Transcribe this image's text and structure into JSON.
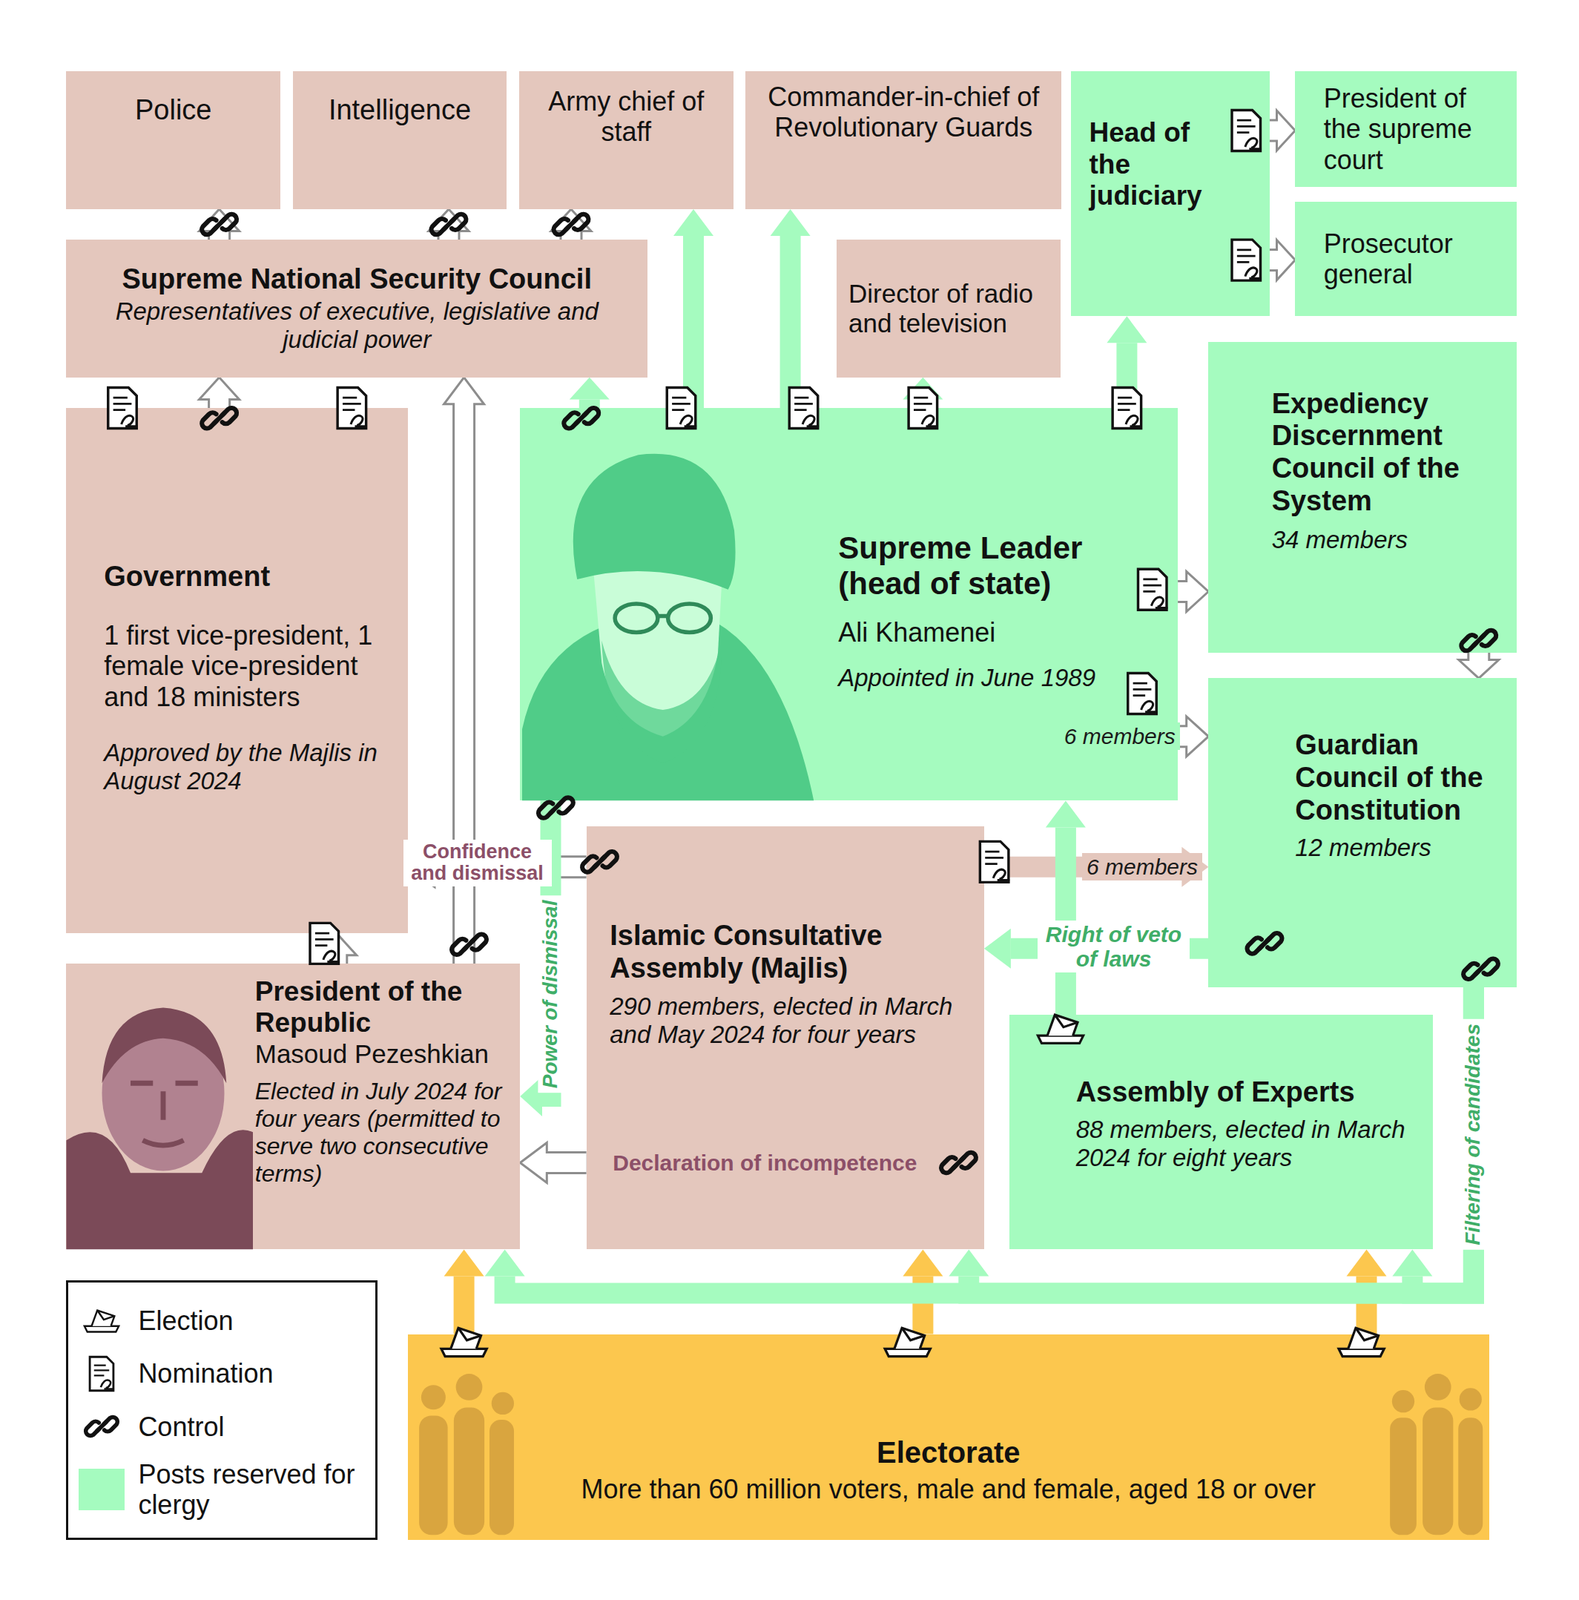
{
  "diagram": {
    "nodes": [
      {
        "text": [
          "Police"
        ]
      },
      {
        "text": [
          "Intelligence"
        ]
      },
      {
        "text": [
          "Army chief of staff"
        ]
      },
      {
        "text": [
          "Commander-in-chief of Revolutionary Guards"
        ]
      },
      {
        "text": [
          "Head of the judiciary"
        ]
      },
      {
        "text": [
          "President of the supreme court"
        ]
      },
      {
        "text": [
          "Prosecutor general"
        ]
      },
      {
        "text": [
          "Supreme National Security Council",
          "Representatives of executive, legislative and judicial power"
        ]
      },
      {
        "text": [
          "Director of radio and television"
        ]
      },
      {
        "text": [
          "Expediency Discernment Council of the System",
          "34 members"
        ]
      },
      {
        "text": [
          "Government",
          "1 first vice-president, 1 female vice-president and 18 ministers",
          "Approved by the Majlis in August 2024"
        ]
      },
      {
        "text": [
          "Supreme Leader (head of state)",
          "Ali Khamenei",
          "Appointed in June 1989"
        ]
      },
      {
        "text": [
          "Guardian Council of the Constitution",
          "12 members"
        ]
      },
      {
        "text": [
          "Islamic Consultative Assembly (Majlis)",
          "290 members, elected in March and May 2024 for four years"
        ]
      },
      {
        "text": [
          "President of the Republic",
          "Masoud Pezeshkian",
          "Elected in July 2024 for four years (permitted to serve two consecutive terms)"
        ]
      },
      {
        "text": [
          "Assembly of Experts",
          "88 members, elected in March 2024 for eight years"
        ]
      },
      {
        "text": [
          "Electorate",
          "More than 60 million voters, male and female, aged 18 or over"
        ]
      }
    ],
    "edges": [
      {
        "from": 7,
        "to": 0,
        "arrow": "to"
      },
      {
        "from": 7,
        "to": 1,
        "arrow": "to"
      },
      {
        "from": 7,
        "to": 2,
        "arrow": "to"
      },
      {
        "from": 11,
        "to": 2,
        "arrow": "to"
      },
      {
        "from": 11,
        "to": 3,
        "arrow": "to"
      },
      {
        "from": 11,
        "to": 8,
        "arrow": "to"
      },
      {
        "from": 11,
        "to": 4,
        "arrow": "to"
      },
      {
        "from": 4,
        "to": 5,
        "arrow": "to"
      },
      {
        "from": 4,
        "to": 6,
        "arrow": "to"
      },
      {
        "from": 10,
        "to": 7,
        "arrow": "to"
      },
      {
        "from": 14,
        "to": 7,
        "arrow": "to"
      },
      {
        "from": 11,
        "to": 7,
        "arrow": "to"
      },
      {
        "from": 11,
        "to": 9,
        "arrow": "to"
      },
      {
        "from": 9,
        "to": 12,
        "arrow": "to"
      },
      {
        "from": 11,
        "to": 12,
        "label": "6 members",
        "arrow": "to"
      },
      {
        "from": 13,
        "to": 12,
        "label": "6 members",
        "arrow": "to"
      },
      {
        "from": 12,
        "to": 13,
        "label": "Right of veto of laws",
        "arrow": "to"
      },
      {
        "from": 15,
        "to": 11,
        "arrow": "to"
      },
      {
        "from": 13,
        "to": 10,
        "label": "Confidence and dismissal",
        "arrow": "to"
      },
      {
        "from": 11,
        "to": 14,
        "label": "Power of dismissal",
        "arrow": "to"
      },
      {
        "from": 13,
        "to": 14,
        "label": "Declaration of incompetence",
        "arrow": "to"
      },
      {
        "from": 14,
        "to": 10,
        "arrow": "to"
      },
      {
        "from": 16,
        "to": 14,
        "arrow": "to"
      },
      {
        "from": 16,
        "to": 13,
        "arrow": "to"
      },
      {
        "from": 16,
        "to": 15,
        "arrow": "to"
      },
      {
        "from": 12,
        "to": 15,
        "label": "Filtering of candidates",
        "arrow": "to"
      },
      {
        "from": 12,
        "to": 13,
        "arrow": "to"
      },
      {
        "from": 12,
        "to": 14,
        "arrow": "to"
      }
    ],
    "legend": [
      {
        "text": "Election"
      },
      {
        "text": "Nomination"
      },
      {
        "text": "Control"
      },
      {
        "text": "Posts reserved for clergy",
        "color": "#a5fbbf"
      }
    ]
  }
}
